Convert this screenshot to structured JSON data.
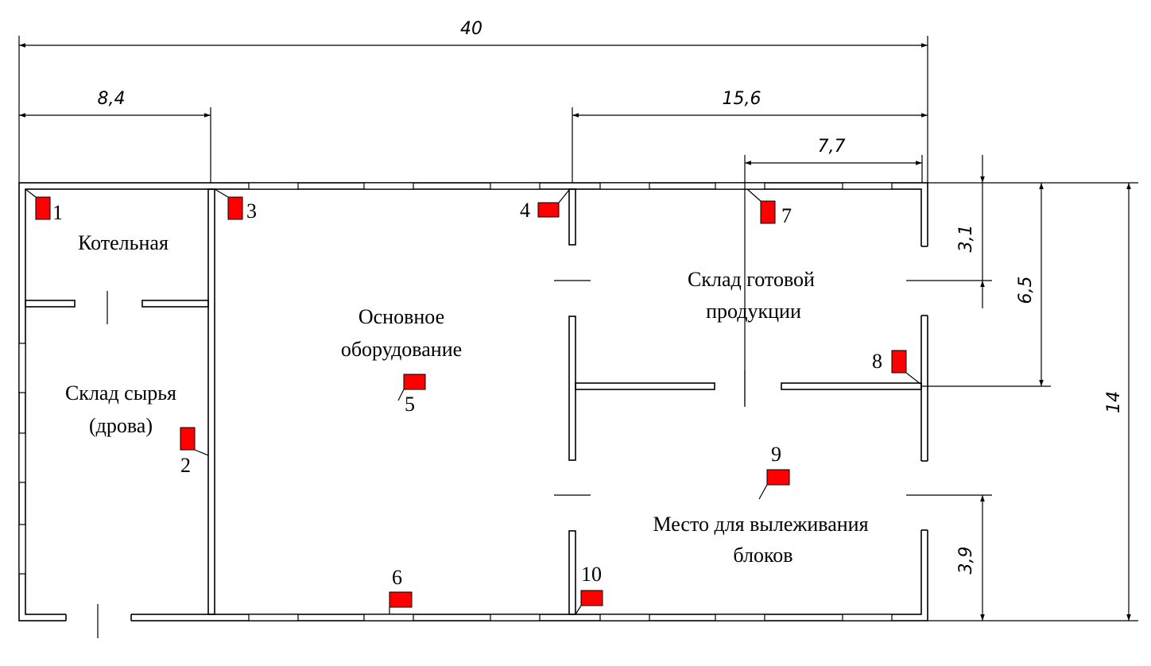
{
  "rooms": {
    "boiler": "Котельная",
    "raw_line1": "Склад сырья",
    "raw_line2": "(дрова)",
    "main_line1": "Основное",
    "main_line2": "оборудование",
    "finished_line1": "Склад готовой",
    "finished_line2": "продукции",
    "curing_line1": "Место для вылеживания",
    "curing_line2": "блоков"
  },
  "dimensions": {
    "total_length": "40",
    "boiler_width": "8,4",
    "right_block": "15,6",
    "finished_width": "7,7",
    "d31": "3,1",
    "d65": "6,5",
    "total_depth": "14",
    "d39": "3,9"
  },
  "sensors": [
    "1",
    "2",
    "3",
    "4",
    "5",
    "6",
    "7",
    "8",
    "9",
    "10"
  ],
  "colors": {
    "sensor": "#ff0000",
    "line": "#000000"
  }
}
